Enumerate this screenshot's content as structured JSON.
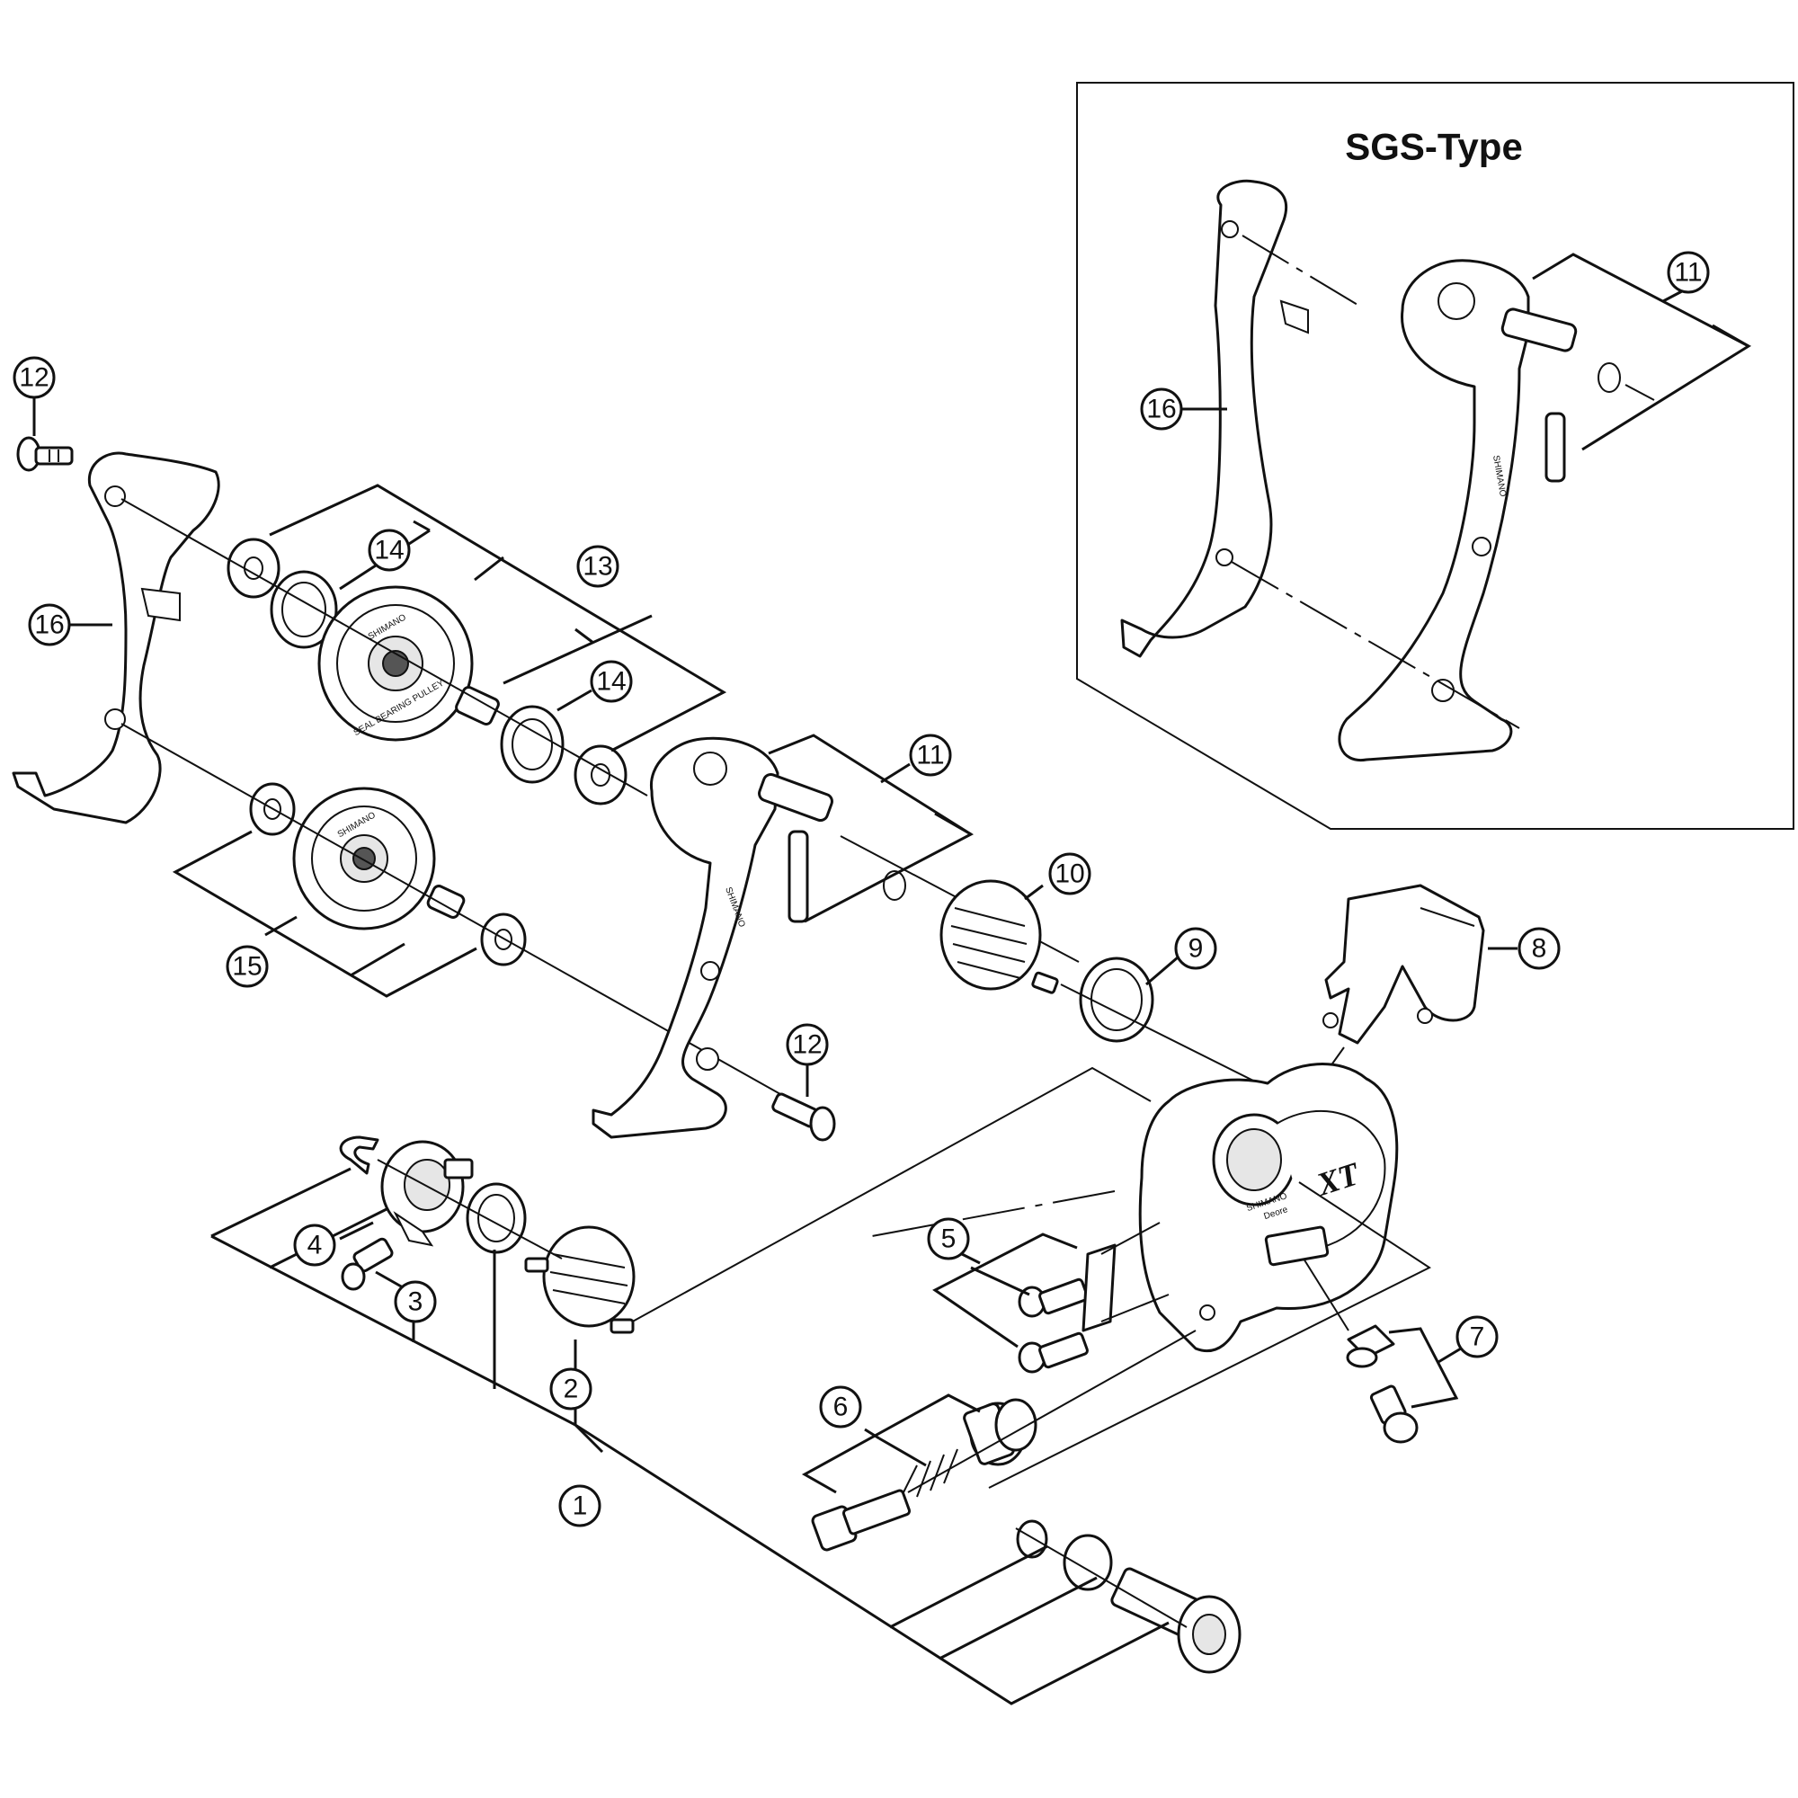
{
  "inset": {
    "title": "SGS-Type",
    "callouts": [
      "11",
      "16"
    ]
  },
  "callouts": [
    "1",
    "2",
    "3",
    "4",
    "5",
    "6",
    "7",
    "8",
    "9",
    "10",
    "11",
    "12",
    "12",
    "13",
    "14",
    "14",
    "15",
    "16"
  ],
  "pulley_text": {
    "brand": "SHIMANO",
    "bearing": "SEAL BEARING PULLEY"
  },
  "body_text": {
    "brand": "SHIMANO",
    "series": "Deore",
    "model": "XT"
  }
}
